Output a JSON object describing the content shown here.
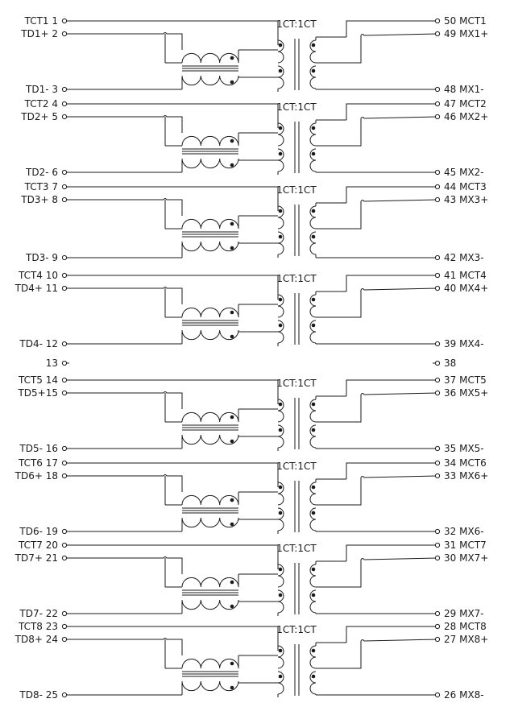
{
  "channels": [
    {
      "left": [
        "TCT1 1",
        "TD1+ 2",
        "TD1- 3"
      ],
      "right": [
        "50 MCT1",
        "49 MX1+",
        "48 MX1-"
      ],
      "ratio": "1CT:1CT"
    },
    {
      "left": [
        "TCT2 4",
        "TD2+ 5",
        "TD2- 6"
      ],
      "right": [
        "47 MCT2",
        "46 MX2+",
        "45 MX2-"
      ],
      "ratio": "1CT:1CT"
    },
    {
      "left": [
        "TCT3  7",
        "TD3+ 8",
        "TD3- 9"
      ],
      "right": [
        "44 MCT3",
        "43 MX3+",
        "42 MX3-"
      ],
      "ratio": "1CT:1CT"
    },
    {
      "left": [
        "TCT4 10",
        "TD4+ 11",
        "TD4- 12"
      ],
      "right": [
        "41 MCT4",
        "40 MX4+",
        "39 MX4-"
      ],
      "ratio": "1CT:1CT"
    },
    {
      "left": [
        "TCT5 14",
        "TD5+15",
        "TD5- 16"
      ],
      "right": [
        "37 MCT5",
        "36 MX5+",
        "35 MX5-"
      ],
      "ratio": "1CT:1CT"
    },
    {
      "left": [
        "TCT6 17",
        "TD6+ 18",
        "TD6- 19"
      ],
      "right": [
        "34 MCT6",
        "33 MX6+",
        "32 MX6-"
      ],
      "ratio": "1CT:1CT"
    },
    {
      "left": [
        "TCT7 20",
        "TD7+ 21",
        "TD7- 22"
      ],
      "right": [
        "31 MCT7",
        "30 MX7+",
        "29 MX7-"
      ],
      "ratio": "1CT:1CT"
    },
    {
      "left": [
        "TCT8 23",
        "TD8+ 24",
        "TD8- 25"
      ],
      "right": [
        "28 MCT8",
        "27 MX8+",
        "26 MX8-"
      ],
      "ratio": "1CT:1CT"
    }
  ],
  "nc_pins": {
    "left": "13",
    "right": "38"
  }
}
